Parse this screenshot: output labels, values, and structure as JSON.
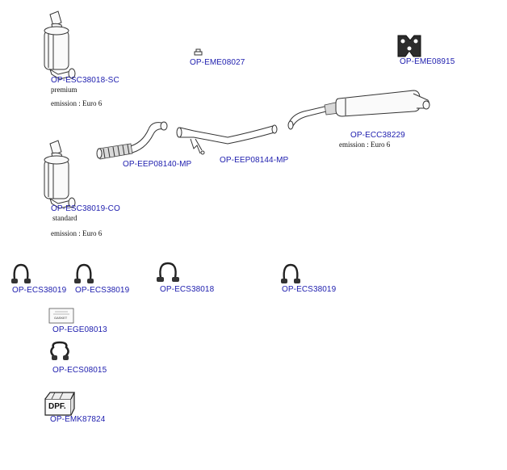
{
  "parts": {
    "esc38018": {
      "code": "OP-ESC38018-SC",
      "grade": "premium",
      "emission": "emission : Euro 6"
    },
    "eme08027": {
      "code": "OP-EME08027"
    },
    "eme08915": {
      "code": "OP-EME08915"
    },
    "ecc38229": {
      "code": "OP-ECC38229",
      "emission": "emission : Euro 6"
    },
    "eep08140": {
      "code": "OP-EEP08140-MP"
    },
    "eep08144": {
      "code": "OP-EEP08144-MP"
    },
    "esc38019": {
      "code": "OP-ESC38019-CO",
      "grade": "standard",
      "emission": "emission : Euro 6"
    },
    "ecs38019_a": {
      "code": "OP-ECS38019"
    },
    "ecs38019_b": {
      "code": "OP-ECS38019"
    },
    "ecs38018": {
      "code": "OP-ECS38018"
    },
    "ecs38019_c": {
      "code": "OP-ECS38019"
    },
    "ege08013": {
      "code": "OP-EGE08013",
      "box_text": "GASKET"
    },
    "ecs08015": {
      "code": "OP-ECS08015"
    },
    "emk87824": {
      "code": "OP-EMK87824",
      "box_text": "DPF."
    }
  },
  "colors": {
    "link": "#1d1dae",
    "line": "#333333"
  }
}
